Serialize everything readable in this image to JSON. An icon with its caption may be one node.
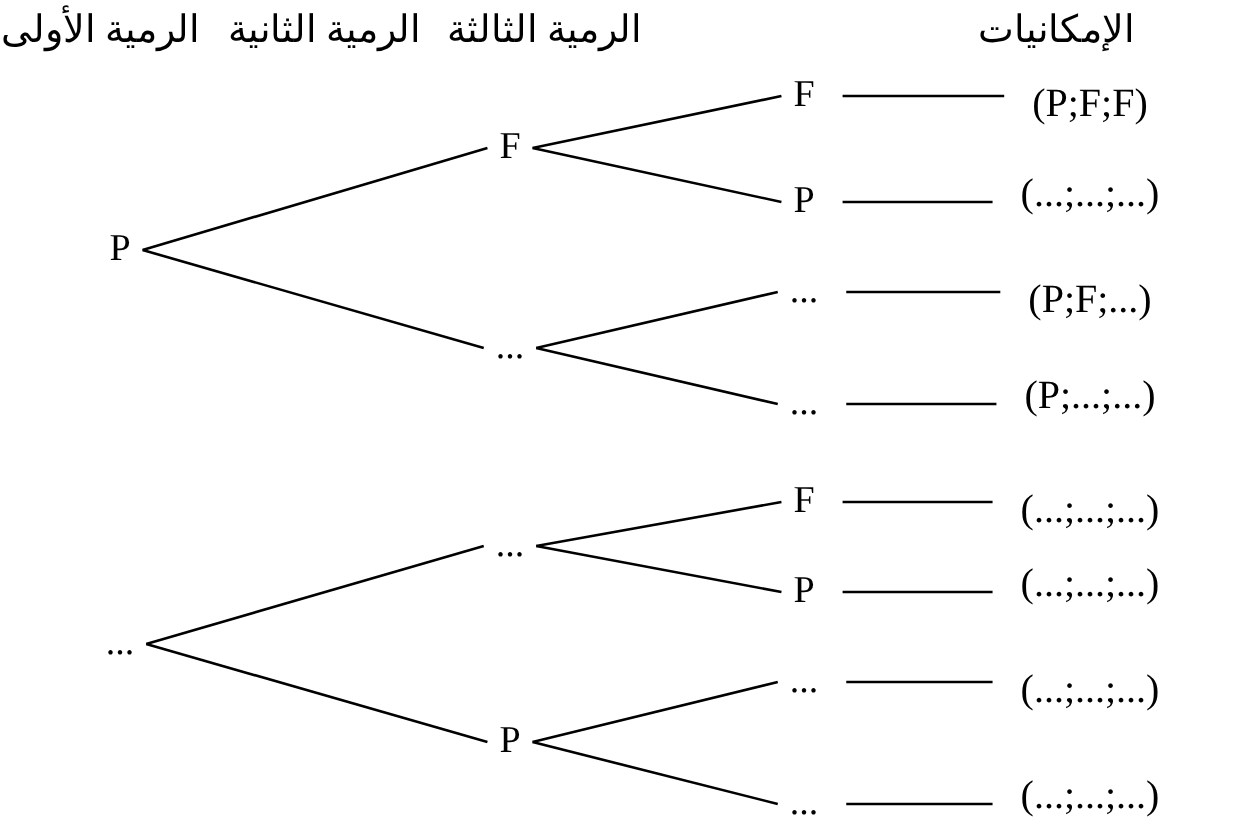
{
  "diagram": {
    "nodes": [
      {
        "text": [
          "P"
        ]
      },
      {
        "text": [
          "..."
        ]
      },
      {
        "text": [
          "F"
        ]
      },
      {
        "text": [
          "..."
        ]
      },
      {
        "text": [
          "..."
        ]
      },
      {
        "text": [
          "P"
        ]
      },
      {
        "text": [
          "F"
        ]
      },
      {
        "text": [
          "P"
        ]
      },
      {
        "text": [
          "..."
        ]
      },
      {
        "text": [
          "..."
        ]
      },
      {
        "text": [
          "F"
        ]
      },
      {
        "text": [
          "P"
        ]
      },
      {
        "text": [
          "..."
        ]
      },
      {
        "text": [
          "..."
        ]
      },
      {
        "text": [
          "(P;F;F)"
        ]
      },
      {
        "text": [
          "(...;...;...)"
        ]
      },
      {
        "text": [
          "(P;F;...)"
        ]
      },
      {
        "text": [
          "(P;...;...)"
        ]
      },
      {
        "text": [
          "(...;...;...)"
        ]
      },
      {
        "text": [
          "(...;...;...)"
        ]
      },
      {
        "text": [
          "(...;...;...)"
        ]
      },
      {
        "text": [
          "(...;...;...)"
        ]
      }
    ],
    "edges": [
      {
        "from": 0,
        "to": 2,
        "arrow": "none"
      },
      {
        "from": 0,
        "to": 3,
        "arrow": "none"
      },
      {
        "from": 1,
        "to": 4,
        "arrow": "none"
      },
      {
        "from": 1,
        "to": 5,
        "arrow": "none"
      },
      {
        "from": 2,
        "to": 6,
        "arrow": "none"
      },
      {
        "from": 2,
        "to": 7,
        "arrow": "none"
      },
      {
        "from": 3,
        "to": 8,
        "arrow": "none"
      },
      {
        "from": 3,
        "to": 9,
        "arrow": "none"
      },
      {
        "from": 4,
        "to": 10,
        "arrow": "none"
      },
      {
        "from": 4,
        "to": 11,
        "arrow": "none"
      },
      {
        "from": 5,
        "to": 12,
        "arrow": "none"
      },
      {
        "from": 5,
        "to": 13,
        "arrow": "none"
      },
      {
        "from": 6,
        "to": 14,
        "arrow": "none"
      },
      {
        "from": 7,
        "to": 15,
        "arrow": "none"
      },
      {
        "from": 8,
        "to": 16,
        "arrow": "none"
      },
      {
        "from": 9,
        "to": 17,
        "arrow": "none"
      },
      {
        "from": 10,
        "to": 18,
        "arrow": "none"
      },
      {
        "from": 11,
        "to": 19,
        "arrow": "none"
      },
      {
        "from": 12,
        "to": 20,
        "arrow": "none"
      },
      {
        "from": 13,
        "to": 21,
        "arrow": "none"
      }
    ],
    "labels": [
      "الرمية الأولى",
      "الرمية الثانية",
      "الرمية الثالثة",
      "الإمكانيات"
    ]
  }
}
